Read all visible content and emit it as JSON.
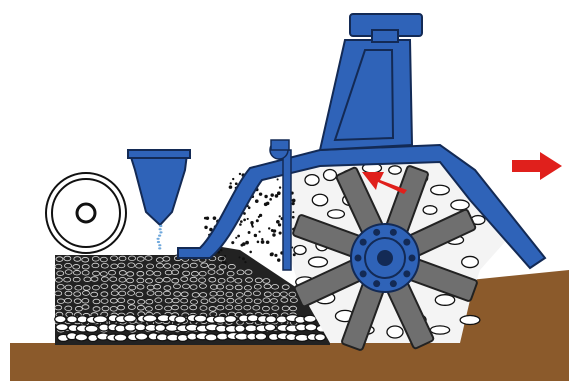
{
  "diagram": {
    "components": [
      {
        "id": "soil",
        "icon": "soil-ground"
      },
      {
        "id": "roller",
        "icon": "packer-roller"
      },
      {
        "id": "seed-hopper",
        "icon": "seed-hopper"
      },
      {
        "id": "rotor-housing",
        "icon": "rotor-hood"
      },
      {
        "id": "mast",
        "icon": "tower-mast"
      },
      {
        "id": "rotor",
        "icon": "rotary-tiller"
      },
      {
        "id": "seeded-layer",
        "icon": "soil-layer"
      },
      {
        "id": "fine-particles",
        "icon": "particle-spray"
      },
      {
        "id": "stones",
        "icon": "stone-clods"
      }
    ],
    "arrows": [
      {
        "id": "travel-direction",
        "icon": "right-arrow"
      },
      {
        "id": "soil-throw",
        "icon": "up-left-arrow"
      }
    ],
    "colors": {
      "machine_blue": "#2f63b8",
      "machine_outline": "#132a55",
      "soil_brown": "#8b5a2b",
      "arrow_red": "#e0201c",
      "rotor_gray": "#6f6f6f",
      "stone_fill": "#ffffff",
      "ink": "#111111"
    }
  }
}
